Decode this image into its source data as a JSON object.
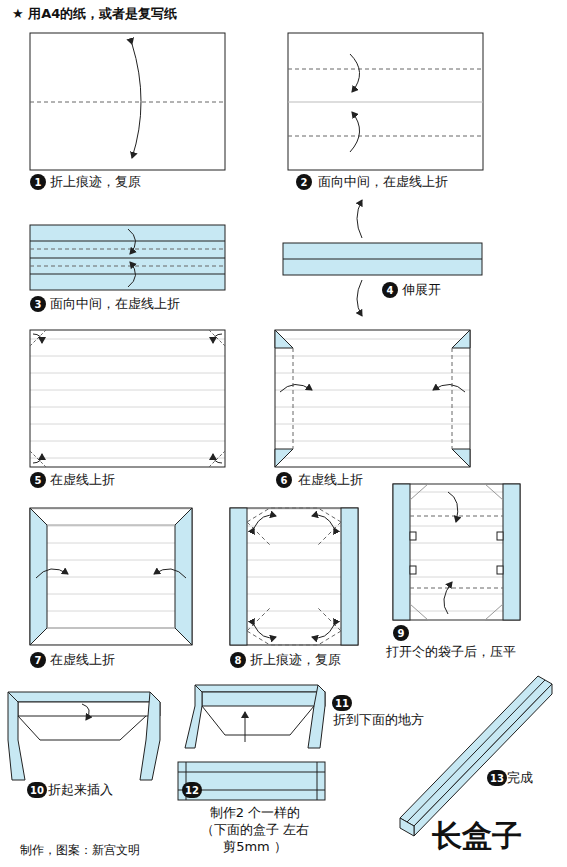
{
  "diagram": {
    "title": "长盒子",
    "nodes": [
      {
        "text": [
          "1"
        ]
      },
      {
        "text": [
          "2"
        ]
      },
      {
        "text": [
          "3"
        ]
      },
      {
        "text": [
          "4"
        ]
      },
      {
        "text": [
          "5"
        ]
      },
      {
        "text": [
          "6"
        ]
      },
      {
        "text": [
          "7"
        ]
      },
      {
        "text": [
          "8"
        ]
      },
      {
        "text": [
          "9"
        ]
      },
      {
        "text": [
          "10"
        ]
      },
      {
        "text": [
          "11"
        ]
      },
      {
        "text": [
          "12"
        ]
      },
      {
        "text": [
          "13"
        ]
      }
    ],
    "labels": [
      "★ 用A4的纸，或者是复写纸",
      "折上痕迹，复原",
      "面向中间，在虚线上折",
      "面向中间，在虚线上折",
      "伸展开",
      "在虚线上折",
      "在虚线上折",
      "在虚线上折",
      "折上痕迹，复原",
      "打开仒的袋子后，压平",
      "折起来插入",
      "折到下面的地方",
      "制作2 个一样的 （下面的盒子 左右剪5mm ）",
      "完成",
      "制作，图案：新宫文明"
    ]
  }
}
